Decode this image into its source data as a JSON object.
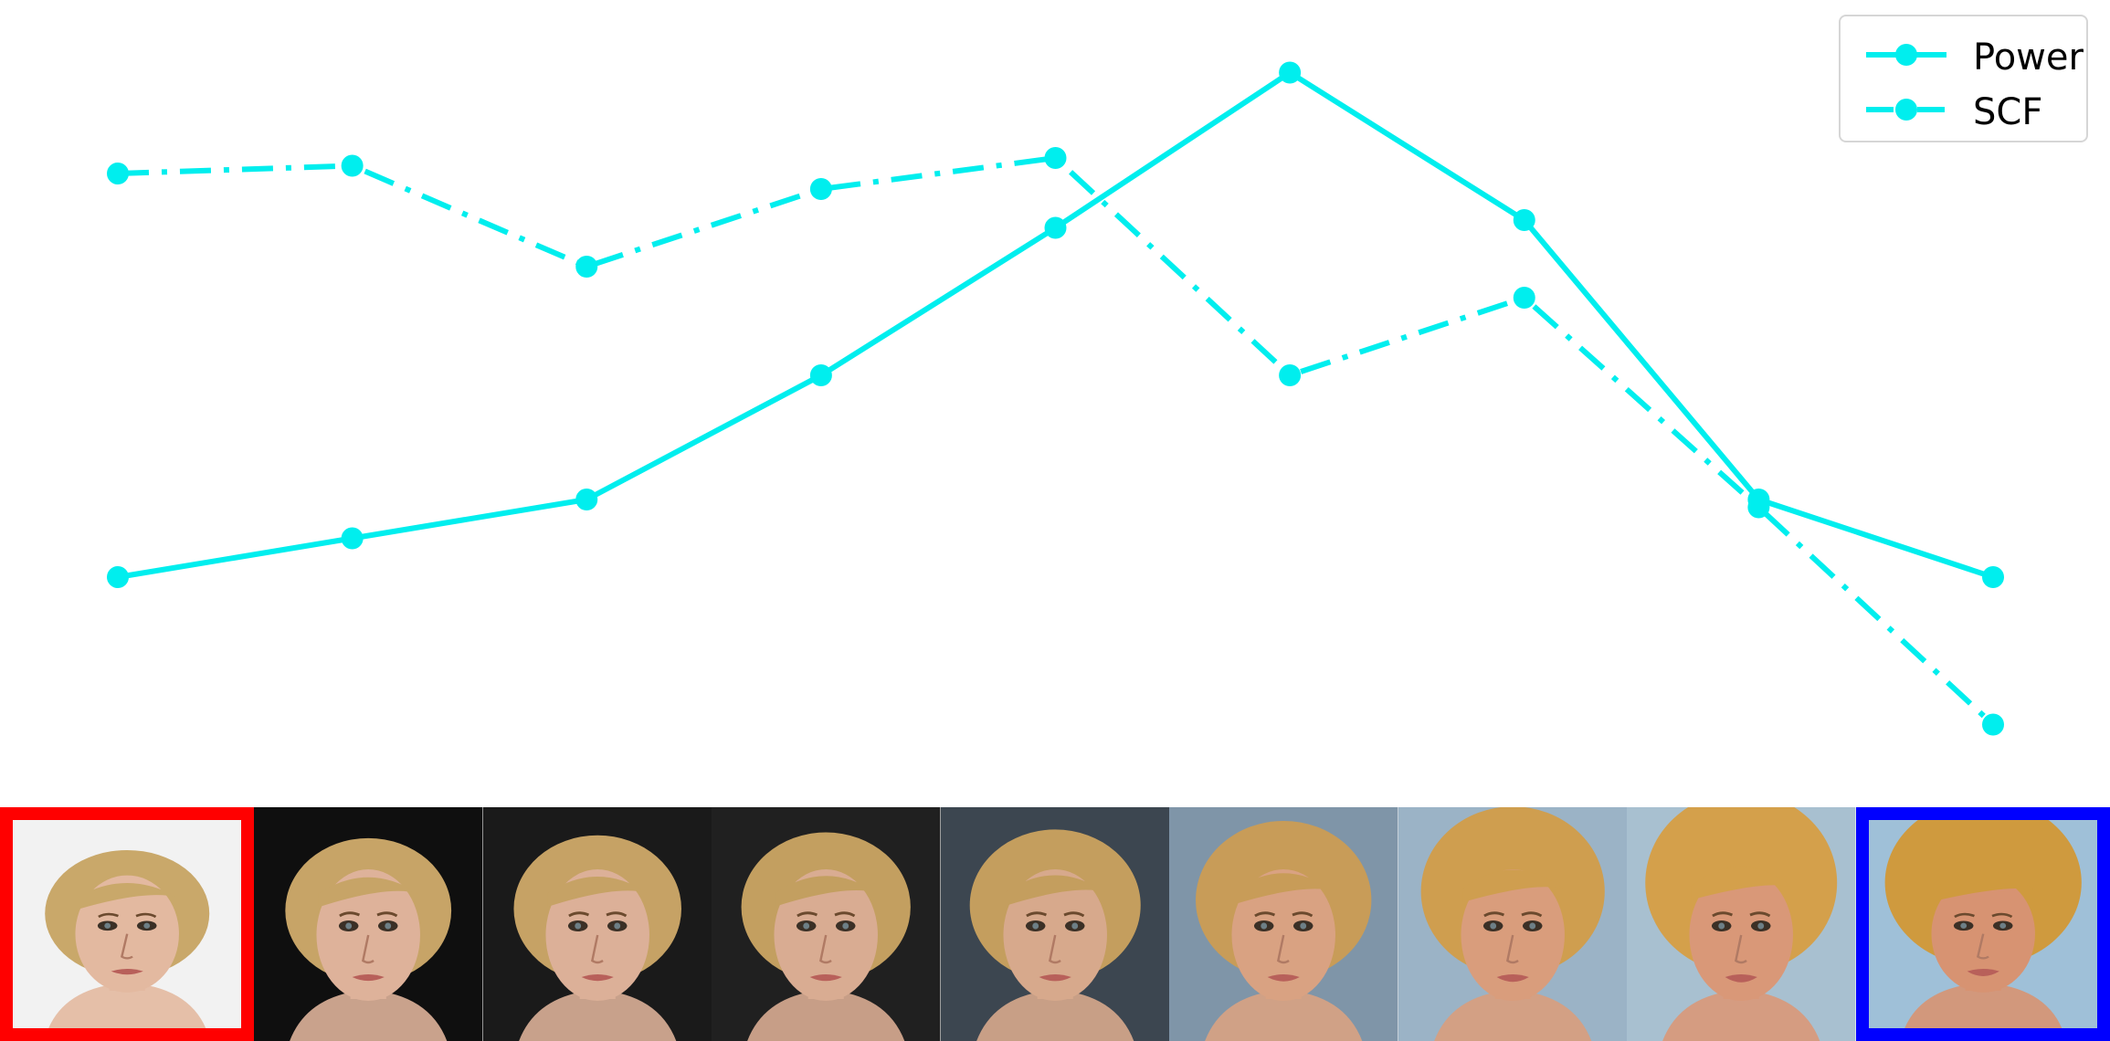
{
  "chart_data": {
    "type": "line",
    "title": "",
    "xlabel": "",
    "ylabel": "",
    "axes_visible": false,
    "grid": false,
    "legend_position": "top-right",
    "x": [
      1,
      2,
      3,
      4,
      5,
      6,
      7,
      8,
      9
    ],
    "ylim": [
      0,
      1
    ],
    "series": [
      {
        "name": "Power",
        "style": "solid",
        "color": "#00eeee",
        "marker": "circle",
        "values": [
          0.28,
          0.33,
          0.38,
          0.54,
          0.73,
          0.93,
          0.74,
          0.38,
          0.28
        ]
      },
      {
        "name": "SCF",
        "style": "dash-dot",
        "color": "#00eeee",
        "marker": "circle",
        "values": [
          0.8,
          0.81,
          0.68,
          0.78,
          0.82,
          0.54,
          0.64,
          0.37,
          0.09
        ]
      }
    ]
  },
  "image_strip": {
    "tile_count": 9,
    "source_frame_color": "#ff0000",
    "target_frame_color": "#0000ff",
    "tiles": [
      {
        "kind": "source",
        "bg": "#f2f2f2",
        "hair": "#c9a86a",
        "skin": "#e3b9a0",
        "hair_volume": 0.0
      },
      {
        "kind": "interp",
        "bg": "#0f0f0f",
        "hair": "#c7a467",
        "skin": "#deb29a",
        "hair_volume": 0.05
      },
      {
        "kind": "interp",
        "bg": "#1a1a1a",
        "hair": "#c6a265",
        "skin": "#dcb098",
        "hair_volume": 0.1
      },
      {
        "kind": "interp",
        "bg": "#202020",
        "hair": "#c39f60",
        "skin": "#d9ac92",
        "hair_volume": 0.15
      },
      {
        "kind": "interp",
        "bg": "#3c4650",
        "hair": "#c49e5e",
        "skin": "#d7a98c",
        "hair_volume": 0.2
      },
      {
        "kind": "interp",
        "bg": "#7f95a8",
        "hair": "#c89c58",
        "skin": "#d9a282",
        "hair_volume": 0.35
      },
      {
        "kind": "interp",
        "bg": "#9bb3c6",
        "hair": "#cf9e4f",
        "skin": "#d99d7c",
        "hair_volume": 0.6
      },
      {
        "kind": "interp",
        "bg": "#a8c0d0",
        "hair": "#d4a04b",
        "skin": "#d99878",
        "hair_volume": 0.85
      },
      {
        "kind": "target",
        "bg": "#9fc0d8",
        "hair": "#cf9a3e",
        "skin": "#d79372",
        "hair_volume": 1.0
      }
    ]
  }
}
